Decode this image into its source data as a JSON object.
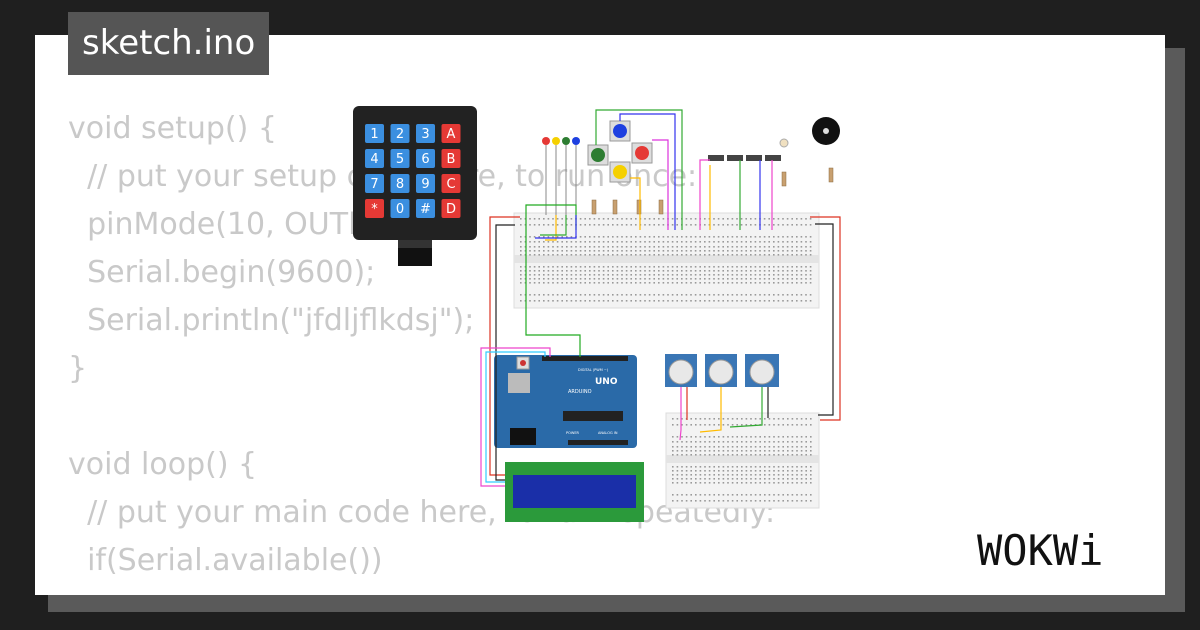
{
  "file_tab": {
    "label": "sketch.ino"
  },
  "code_lines": [
    "void setup() {",
    "  // put your setup code here, to run once:",
    "  pinMode(10, OUTPUT);",
    "  Serial.begin(9600);",
    "  Serial.println(\"jfdljflkdsj\");",
    "}",
    "",
    "void loop() {",
    "  // put your main code here, to run repeatedly:",
    "  if(Serial.available())",
    "  {"
  ],
  "keypad": {
    "keys": [
      "1",
      "2",
      "3",
      "A",
      "4",
      "5",
      "6",
      "B",
      "7",
      "8",
      "9",
      "C",
      "*",
      "0",
      "#",
      "D"
    ]
  },
  "arduino": {
    "model": "UNO",
    "brand": "ARDUINO",
    "digital_label": "DIGITAL (PWM ~)",
    "analog_label": "ANALOG IN",
    "power_label": "POWER"
  },
  "brand": {
    "logo_text": "WOKWi"
  },
  "colors": {
    "background": "#1f1f1f",
    "card": "#ffffff",
    "code_text": "#c9c9c9",
    "title_tab": "#555555",
    "arduino_board": "#2a6aa8",
    "lcd_frame": "#2b9a3b",
    "lcd_screen": "#1a2fa8"
  }
}
